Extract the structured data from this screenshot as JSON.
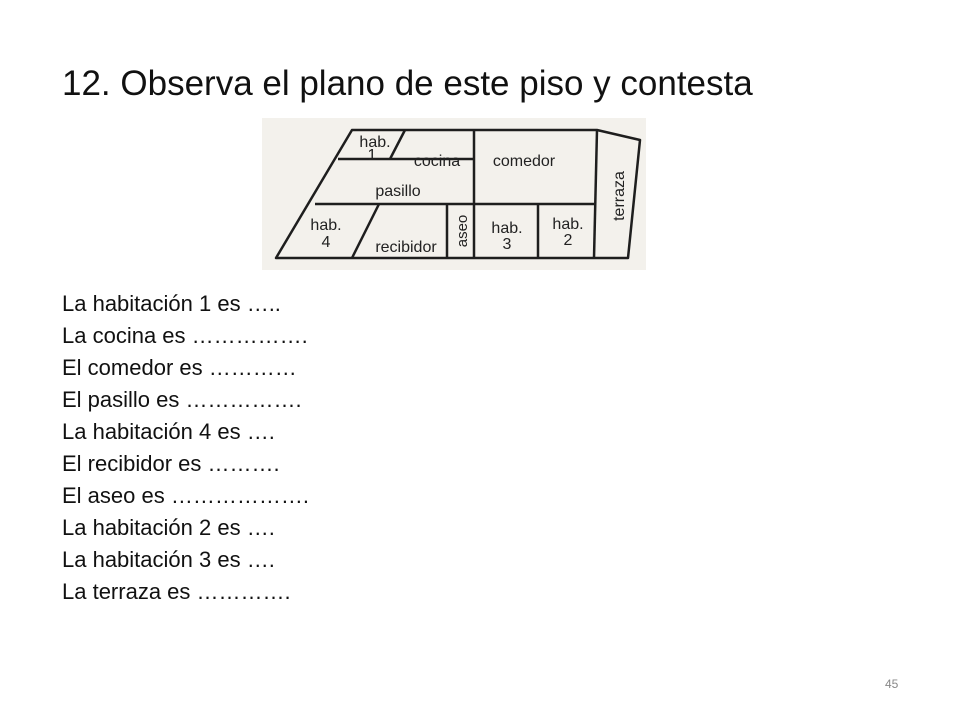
{
  "slide": {
    "title": "12. Observa el plano de este piso y contesta",
    "page_number": "45"
  },
  "floor_plan": {
    "rooms": {
      "hab1": [
        "hab.",
        "1"
      ],
      "cocina": "cocina",
      "comedor": "comedor",
      "pasillo": "pasillo",
      "hab4": [
        "hab.",
        "4"
      ],
      "recibidor": "recibidor",
      "aseo": "aseo",
      "hab3": [
        "hab.",
        "3"
      ],
      "hab2": [
        "hab.",
        "2"
      ],
      "terraza": "terraza"
    }
  },
  "questions": [
    "La habitación 1 es …..",
    "La cocina es …………….",
    "El comedor es …………",
    "El pasillo es …………….",
    "La habitación 4 es ….",
    "El recibidor es ……….",
    "El aseo es ……………….",
    "La habitación 2 es ….",
    "La habitación 3 es ….",
    "La terraza es …………."
  ]
}
